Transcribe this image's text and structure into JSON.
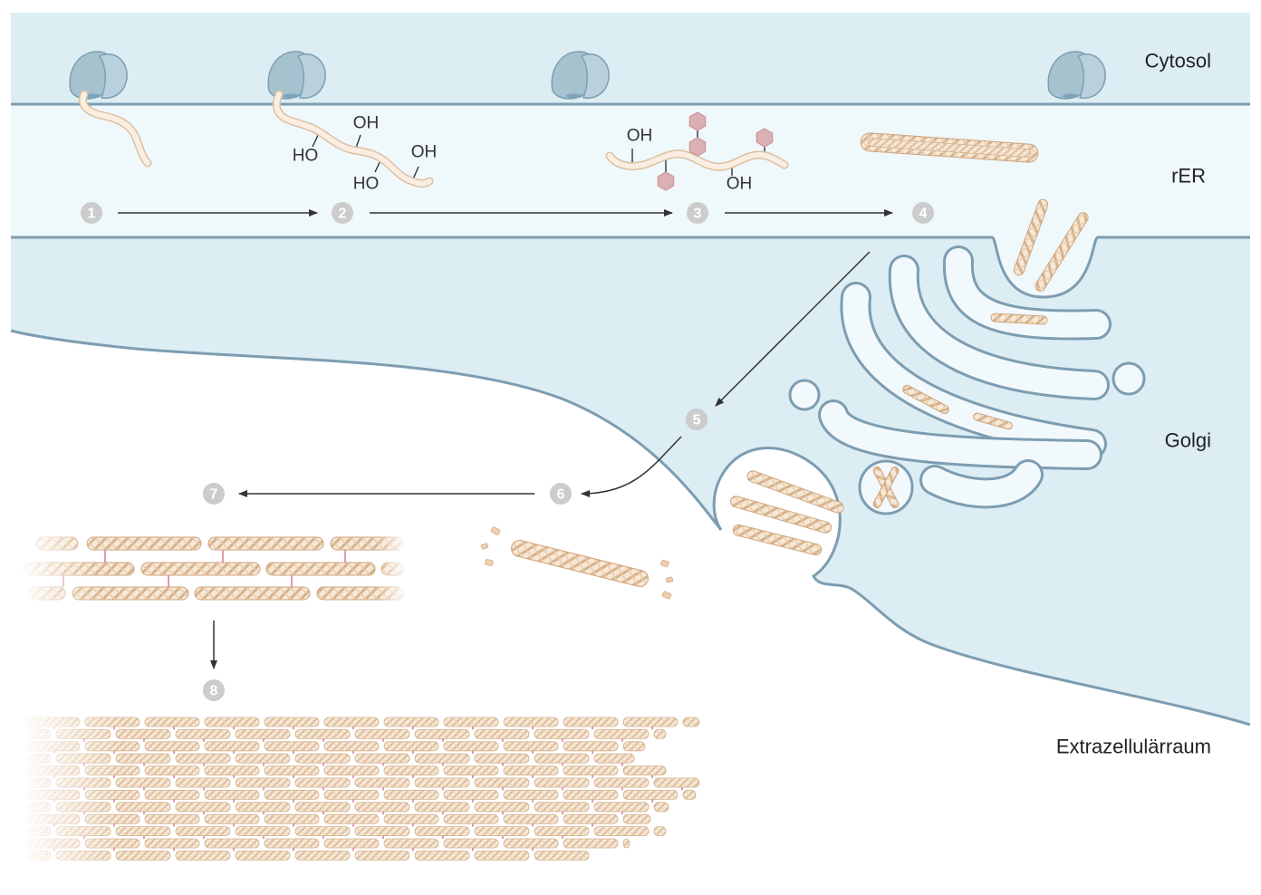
{
  "labels": {
    "cytosol": "Cytosol",
    "rer": "rER",
    "golgi": "Golgi",
    "extracellular": "Extrazellulärraum"
  },
  "steps": [
    "1",
    "2",
    "3",
    "4",
    "5",
    "6",
    "7",
    "8"
  ],
  "chemistry": {
    "step2_groups": [
      "HO",
      "OH",
      "HO",
      "OH"
    ],
    "step3_groups": [
      "OH",
      "OH"
    ]
  },
  "colors": {
    "cytosol": "#dcedf4",
    "er_lumen": "#eff8fb",
    "membrane": "#7d9db1",
    "collagen": "#f6e5d2",
    "crosslink": "#d9868a",
    "sugar": "#dbb0b3",
    "step_marker": "#cccccc"
  }
}
